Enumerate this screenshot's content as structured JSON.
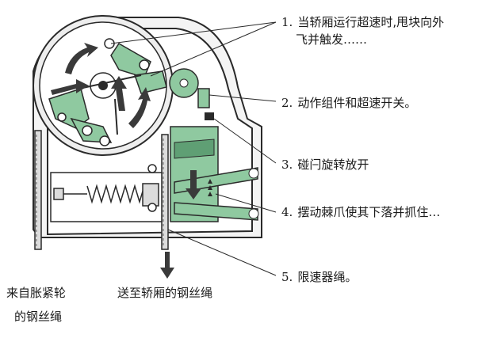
{
  "callouts": [
    {
      "number": "1.",
      "line1": "当轿厢运行超速时,甩块向外",
      "line2": "飞并触发……"
    },
    {
      "number": "2.",
      "line1": "动作组件和超速开关。"
    },
    {
      "number": "3.",
      "line1": "碰闩旋转放开"
    },
    {
      "number": "4.",
      "line1": "摆动棘爪使其下落并抓住…"
    },
    {
      "number": "5.",
      "line1": "限速器绳。"
    }
  ],
  "bottom_labels": {
    "left_line1": "来自胀紧轮",
    "left_line2": "的钢丝绳",
    "right": "送至轿厢的钢丝绳"
  },
  "colors": {
    "green": "#8fc9a0",
    "green_dark": "#5f9f74",
    "line": "#2a2a2a",
    "arrow": "#3a3a3a"
  }
}
